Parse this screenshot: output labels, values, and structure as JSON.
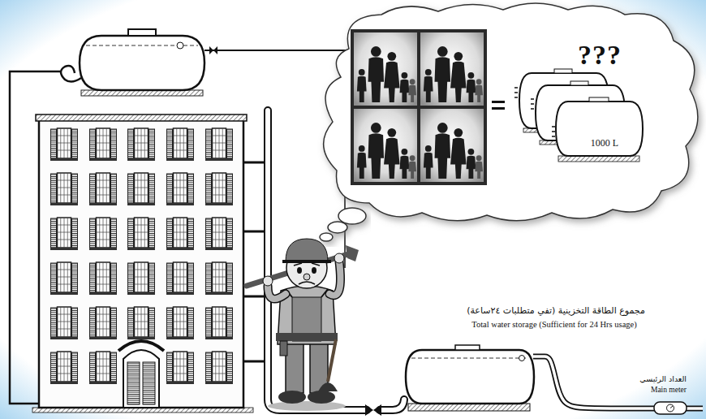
{
  "diagram": {
    "nodes": [
      {
        "text": [
          "???"
        ]
      },
      {
        "text": [
          "1000 L"
        ],
        "in": 0
      },
      {
        "text": [
          "مجموع الطاقة التخزينية (تفي متطلبات ٢٤ساعة)",
          "Total water storage (Sufficient for 24 Hrs usage)"
        ]
      },
      {
        "text": [
          "العداد الرئيسي",
          "Main meter"
        ]
      }
    ],
    "edges": [
      {
        "from": 3,
        "to": 2,
        "arrow": "none"
      }
    ]
  }
}
